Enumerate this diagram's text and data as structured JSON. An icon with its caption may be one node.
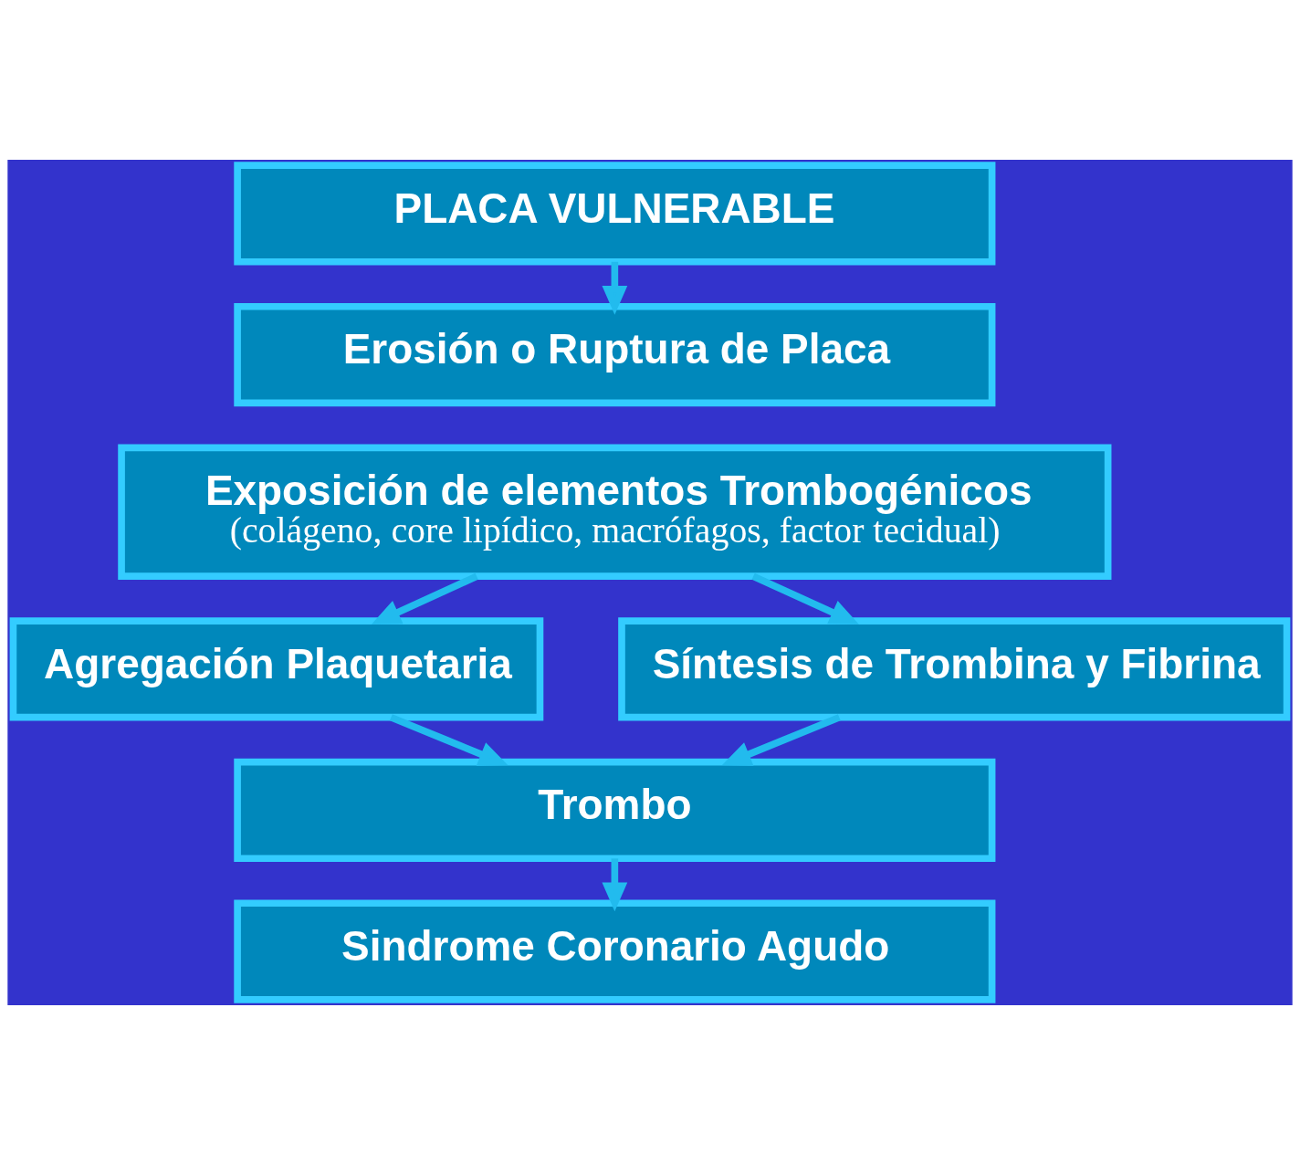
{
  "diagram": {
    "nodes": [
      {
        "text": [
          "PLACA VULNERABLE"
        ]
      },
      {
        "text": [
          "Erosión o Ruptura de Placa"
        ]
      },
      {
        "text": [
          "Exposición de elementos Trombogénicos",
          "(colágeno, core lipídico, macrófagos, factor tecidual)"
        ]
      },
      {
        "text": [
          "Agregación Plaquetaria"
        ]
      },
      {
        "text": [
          "Síntesis de Trombina y Fibrina"
        ]
      },
      {
        "text": [
          "Trombo"
        ]
      },
      {
        "text": [
          "Sindrome Coronario Agudo"
        ]
      }
    ],
    "edges": [
      {
        "from": 0,
        "to": 1,
        "arrow": "to"
      },
      {
        "from": 2,
        "to": 3,
        "arrow": "to"
      },
      {
        "from": 2,
        "to": 4,
        "arrow": "to"
      },
      {
        "from": 3,
        "to": 5,
        "arrow": "to"
      },
      {
        "from": 4,
        "to": 5,
        "arrow": "to"
      },
      {
        "from": 5,
        "to": 6,
        "arrow": "to"
      }
    ]
  }
}
